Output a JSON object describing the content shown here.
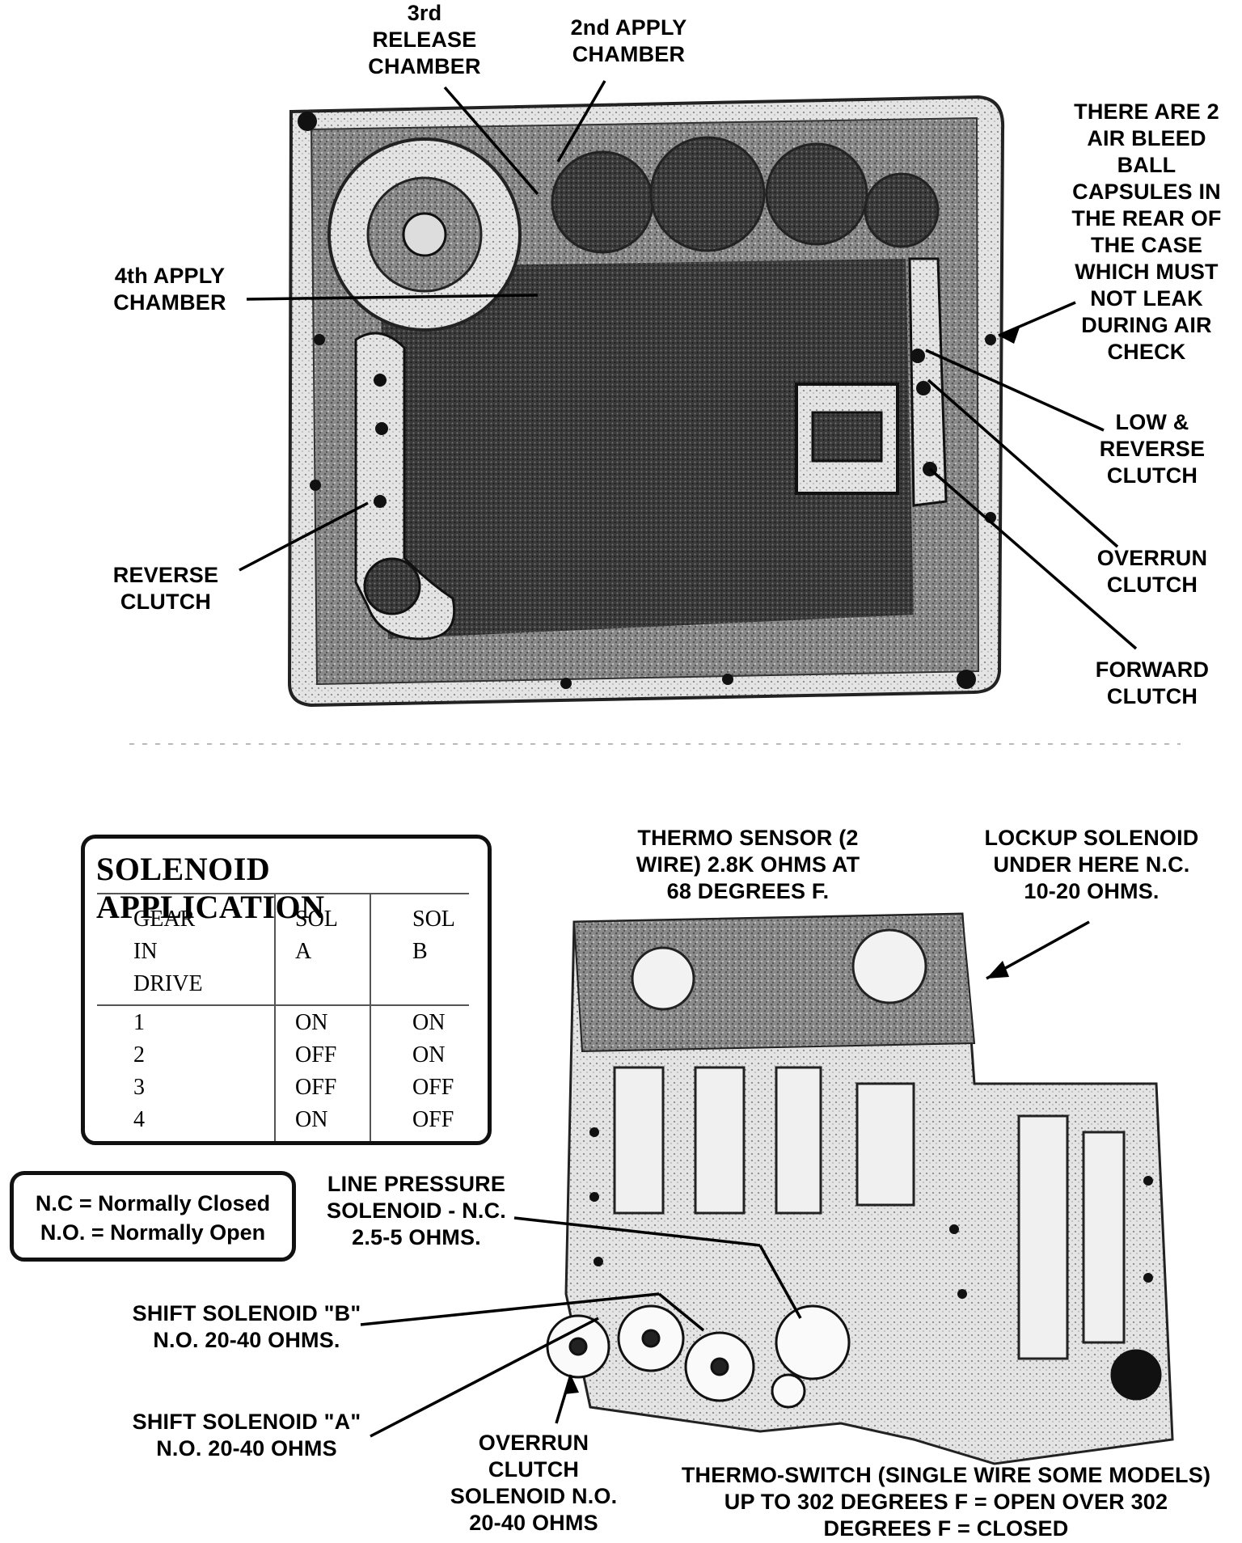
{
  "top_labels": {
    "release_3rd": "3rd\nRELEASE\nCHAMBER",
    "apply_2nd": "2nd APPLY\nCHAMBER",
    "apply_4th": "4th APPLY\nCHAMBER",
    "reverse_clutch": "REVERSE\nCLUTCH",
    "air_bleed": "THERE ARE 2\nAIR BLEED\nBALL\nCAPSULES IN\nTHE REAR OF\nTHE CASE\nWHICH MUST\nNOT LEAK\nDURING AIR\nCHECK",
    "low_reverse": "LOW &\nREVERSE\nCLUTCH",
    "overrun_clutch": "OVERRUN\nCLUTCH",
    "forward_clutch": "FORWARD\nCLUTCH"
  },
  "solenoid_table": {
    "title": "SOLENOID APPLICATION",
    "headers": [
      "GEAR\nIN\nDRIVE",
      "SOL\nA",
      "SOL\nB"
    ],
    "rows": [
      [
        "1",
        "ON",
        "ON"
      ],
      [
        "2",
        "OFF",
        "ON"
      ],
      [
        "3",
        "OFF",
        "OFF"
      ],
      [
        "4",
        "ON",
        "OFF"
      ]
    ]
  },
  "legend": {
    "nc": "N.C = Normally Closed",
    "no": "N.O. = Normally Open"
  },
  "bottom_labels": {
    "thermo_sensor": "THERMO SENSOR (2\nWIRE) 2.8K OHMS AT\n68 DEGREES F.",
    "lockup_solenoid": "LOCKUP SOLENOID\nUNDER HERE N.C.\n10-20 OHMS.",
    "line_pressure": "LINE PRESSURE\nSOLENOID - N.C.\n2.5-5 OHMS.",
    "shift_b": "SHIFT SOLENOID \"B\"\nN.O. 20-40 OHMS.",
    "shift_a": "SHIFT SOLENOID \"A\"\nN.O. 20-40 OHMS",
    "overrun_solenoid": "OVERRUN\nCLUTCH\nSOLENOID N.O.\n20-40 OHMS",
    "thermo_switch": "THERMO-SWITCH (SINGLE WIRE SOME MODELS)\nUP TO 302 DEGREES F = OPEN OVER 302\nDEGREES F = CLOSED"
  }
}
